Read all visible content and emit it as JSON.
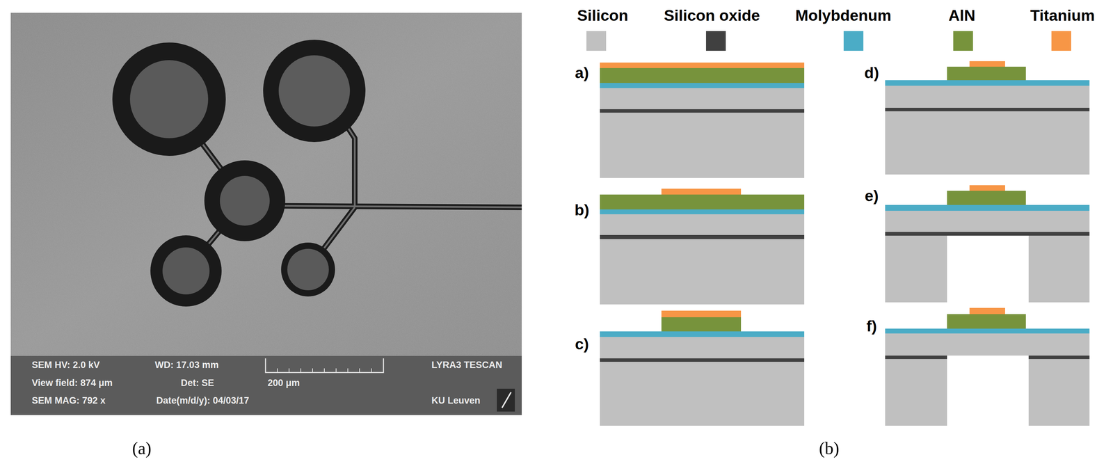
{
  "diagram": {
    "labels": [
      "(a)",
      "(b)",
      "a)",
      "b)",
      "c)",
      "d)",
      "e)",
      "f)",
      "SEM HV: 2.0 kV",
      "WD: 17.03 mm",
      "LYRA3 TESCAN",
      "View field: 874 μm",
      "Det: SE",
      "200 μm",
      "SEM MAG: 792 x",
      "Date(m/d/y): 04/03/17",
      "KU Leuven"
    ],
    "legend": [
      {
        "text": "Silicon",
        "color": "#c0c0c0"
      },
      {
        "text": "Silicon oxide",
        "color": "#404040"
      },
      {
        "text": "Molybdenum",
        "color": "#4bacc6"
      },
      {
        "text": "AlN",
        "color": "#77933c"
      },
      {
        "text": "Titanium",
        "color": "#f79646"
      }
    ]
  }
}
